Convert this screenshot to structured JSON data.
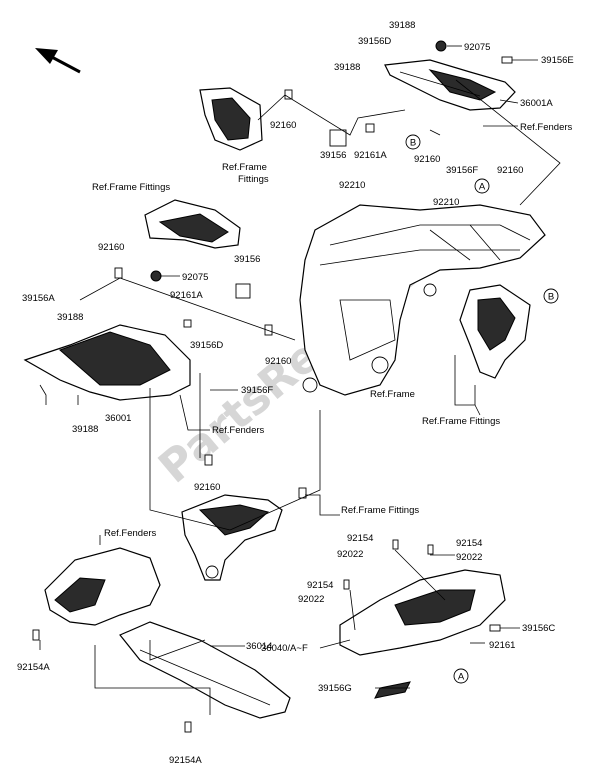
{
  "watermark": "PartsRepublik",
  "circle_markers": {
    "a": "A",
    "b": "B"
  },
  "labels": {
    "l39188_top": "39188",
    "l39156D_top": "39156D",
    "l92075_top": "92075",
    "l39188_top2": "39188",
    "l39156E": "39156E",
    "l36001A": "36001A",
    "l92160_top": "92160",
    "l_ref_fenders_top": "Ref.Fenders",
    "l_ref_frame_fittings_top1": "Ref.Frame",
    "l_ref_frame_fittings_top2": "Fittings",
    "l39156_top": "39156",
    "l92161A_top": "92161A",
    "l92160_mid": "92160",
    "l39156F_top": "39156F",
    "l92160_right": "92160",
    "l92210_a": "92210",
    "l92210_b": "92210",
    "l_ref_frame_fittings_left": "Ref.Frame Fittings",
    "l92160_left": "92160",
    "l92075_left": "92075",
    "l39156_left": "39156",
    "l92161A_left": "92161A",
    "l39156A": "39156A",
    "l39188_left": "39188",
    "l39156D_left": "39156D",
    "l92160_center": "92160",
    "l39156F_left": "39156F",
    "l36001": "36001",
    "l39188_bottomleft": "39188",
    "l_ref_fenders_mid": "Ref.Fenders",
    "l_ref_frame": "Ref.Frame",
    "l_ref_frame_fittings_right": "Ref.Frame Fittings",
    "l92160_lower": "92160",
    "l_ref_frame_fittings_lower": "Ref.Frame Fittings",
    "l_ref_fenders_bottom": "Ref.Fenders",
    "l92154_a": "92154",
    "l92022_a": "92022",
    "l92154_b": "92154",
    "l92022_b": "92022",
    "l92154_c": "92154",
    "l92022_c": "92022",
    "l36014": "36014",
    "l36040": "36040/A~F",
    "l92161": "92161",
    "l39156C": "39156C",
    "l39156G": "39156G",
    "l92154A_left": "92154A",
    "l92154A_bottom": "92154A"
  }
}
